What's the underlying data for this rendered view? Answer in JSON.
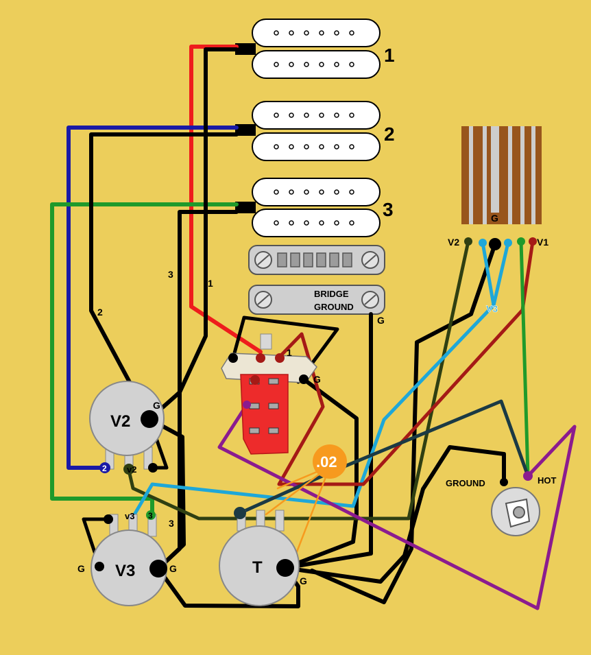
{
  "colors": {
    "background": "#ecce5b",
    "red": "#ee1c1c",
    "blue": "#1a1aa6",
    "green": "#1f9a2b",
    "black": "#000000",
    "dark_red": "#a51a16",
    "purple": "#8b1b8f",
    "light_blue": "#1ea7d8",
    "dark_olive": "#2f3f12",
    "dark_teal": "#1b3a44",
    "orange": "#f79a1e",
    "pot_gray": "#d2d2d2",
    "switch_red": "#ed2b2b",
    "pot_brown": "#9b5a1e"
  },
  "pickups": [
    {
      "label": "1"
    },
    {
      "label": "2"
    },
    {
      "label": "3"
    }
  ],
  "bridge": {
    "line1": "BRIDGE",
    "line2": "GROUND",
    "ground_label": "G"
  },
  "pots": {
    "v2": {
      "label": "V2",
      "ground": "G",
      "tag_lug_left": "2",
      "tag_lug_mid": "v2"
    },
    "v3": {
      "label": "V3",
      "ground_left": "G",
      "ground_right": "G",
      "tag_lug_mid": "v3",
      "tag_lug_right": "3"
    },
    "tone": {
      "label": "T",
      "ground": "G"
    }
  },
  "capacitor": {
    "label": ".02"
  },
  "switch": {
    "lug_label": "1",
    "ground_label": "G"
  },
  "wire_labels": {
    "w1": "1",
    "w2": "2",
    "w3_upper": "3",
    "w3_lower": "3"
  },
  "connector": {
    "ground": "G",
    "left": "V2",
    "right": "V1",
    "middle": "V3"
  },
  "jack": {
    "ground": "GROUND",
    "hot": "HOT"
  }
}
